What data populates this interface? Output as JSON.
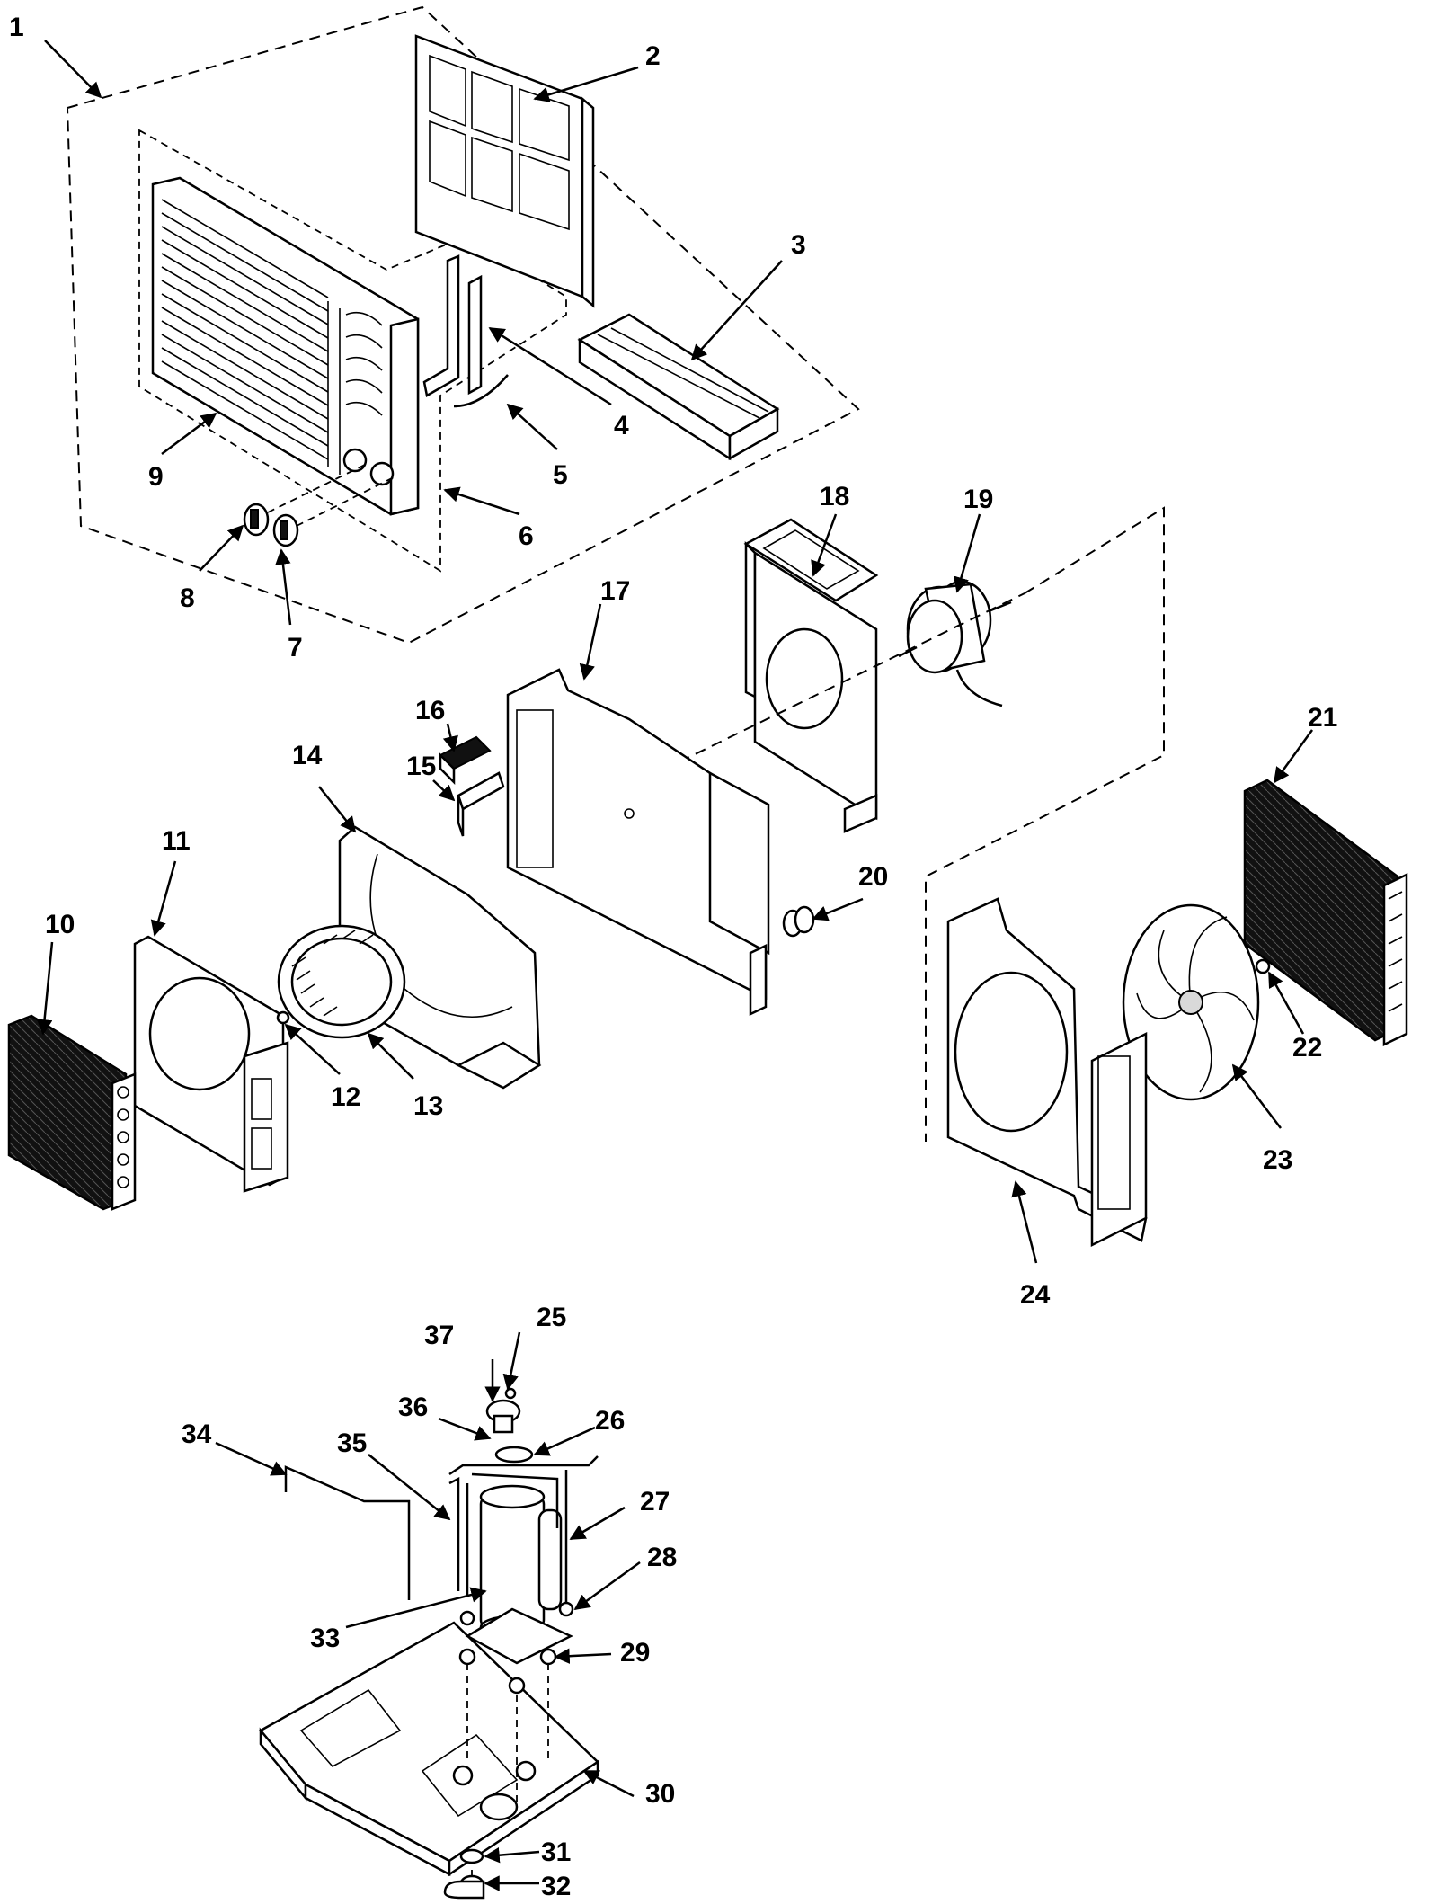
{
  "diagram": {
    "callouts": [
      {
        "id": "1",
        "label": "1"
      },
      {
        "id": "2",
        "label": "2"
      },
      {
        "id": "3",
        "label": "3"
      },
      {
        "id": "4",
        "label": "4"
      },
      {
        "id": "5",
        "label": "5"
      },
      {
        "id": "6",
        "label": "6"
      },
      {
        "id": "7",
        "label": "7"
      },
      {
        "id": "8",
        "label": "8"
      },
      {
        "id": "9",
        "label": "9"
      },
      {
        "id": "10",
        "label": "10"
      },
      {
        "id": "11",
        "label": "11"
      },
      {
        "id": "12",
        "label": "12"
      },
      {
        "id": "13",
        "label": "13"
      },
      {
        "id": "14",
        "label": "14"
      },
      {
        "id": "15",
        "label": "15"
      },
      {
        "id": "16",
        "label": "16"
      },
      {
        "id": "17",
        "label": "17"
      },
      {
        "id": "18",
        "label": "18"
      },
      {
        "id": "19",
        "label": "19"
      },
      {
        "id": "20",
        "label": "20"
      },
      {
        "id": "21",
        "label": "21"
      },
      {
        "id": "22",
        "label": "22"
      },
      {
        "id": "23",
        "label": "23"
      },
      {
        "id": "24",
        "label": "24"
      },
      {
        "id": "25",
        "label": "25"
      },
      {
        "id": "26",
        "label": "26"
      },
      {
        "id": "27",
        "label": "27"
      },
      {
        "id": "28",
        "label": "28"
      },
      {
        "id": "29",
        "label": "29"
      },
      {
        "id": "30",
        "label": "30"
      },
      {
        "id": "31",
        "label": "31"
      },
      {
        "id": "32",
        "label": "32"
      },
      {
        "id": "33",
        "label": "33"
      },
      {
        "id": "34",
        "label": "34"
      },
      {
        "id": "35",
        "label": "35"
      },
      {
        "id": "36",
        "label": "36"
      },
      {
        "id": "37",
        "label": "37"
      }
    ]
  }
}
